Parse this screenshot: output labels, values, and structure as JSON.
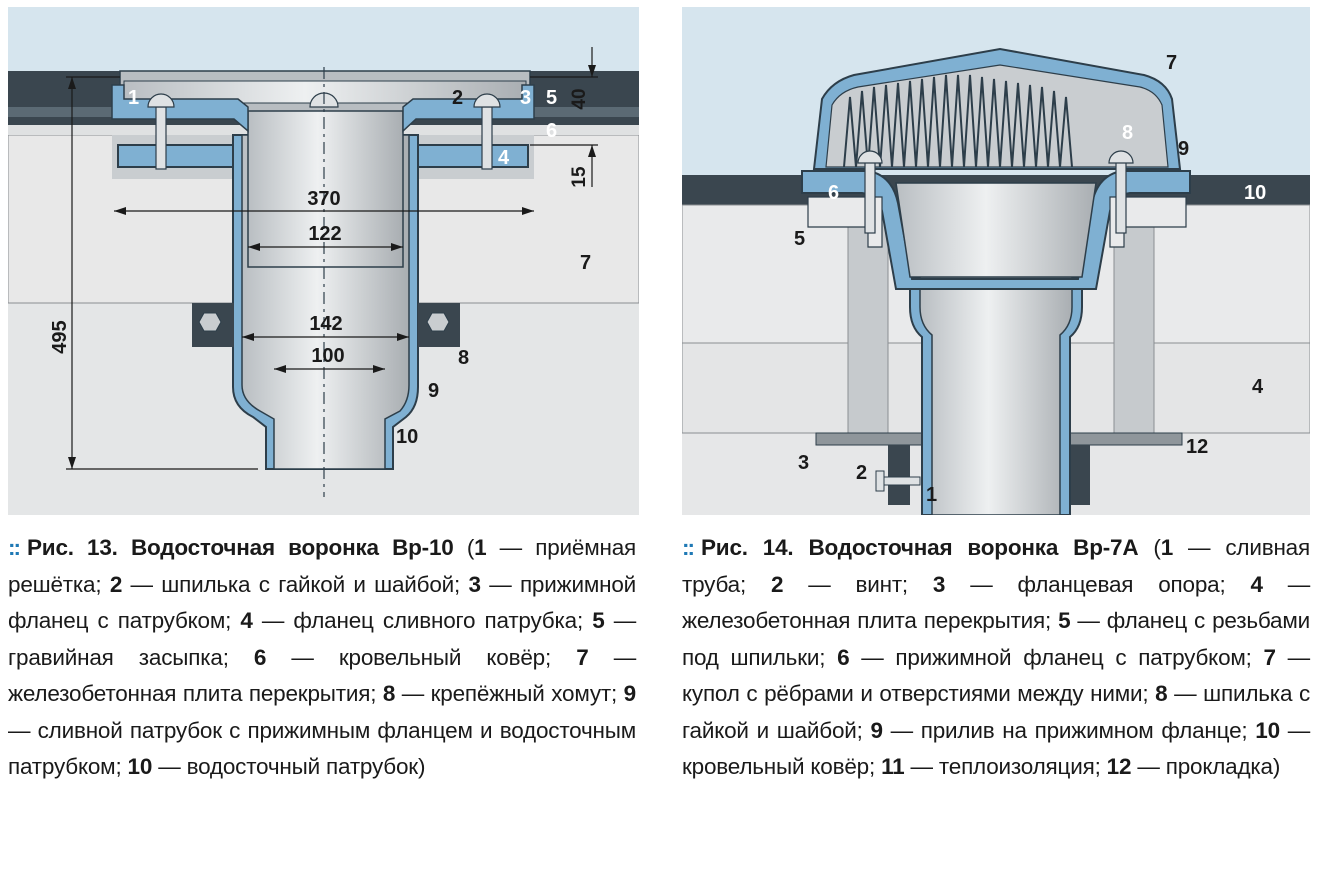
{
  "figure_left": {
    "caption": {
      "fig_label": "Рис. 13.",
      "title": "Водосточная воронка Вр-10",
      "items": [
        {
          "n": "1",
          "t": "приёмная решётка"
        },
        {
          "n": "2",
          "t": "шпилька с гайкой и шайбой"
        },
        {
          "n": "3",
          "t": "прижимной фланец с патрубком"
        },
        {
          "n": "4",
          "t": "фланец сливного патрубка"
        },
        {
          "n": "5",
          "t": "гравийная засыпка"
        },
        {
          "n": "6",
          "t": "кровельный ковёр"
        },
        {
          "n": "7",
          "t": "железобетонная плита перекрытия"
        },
        {
          "n": "8",
          "t": "крепёжный хомут"
        },
        {
          "n": "9",
          "t": "сливной патрубок с прижимным фланцем и водосточным патрубком"
        },
        {
          "n": "10",
          "t": "водосточный патрубок"
        }
      ]
    },
    "callouts": {
      "c1": "1",
      "c2": "2",
      "c3": "3",
      "c4": "4",
      "c5": "5",
      "c6": "6",
      "c7": "7",
      "c8": "8",
      "c9": "9",
      "c10": "10"
    },
    "dimensions": {
      "d370": "370",
      "d122": "122",
      "d142": "142",
      "d100": "100",
      "d495": "495",
      "d40": "40",
      "d15": "15"
    }
  },
  "figure_right": {
    "caption": {
      "fig_label": "Рис. 14.",
      "title": "Водосточная воронка Вр-7А",
      "items": [
        {
          "n": "1",
          "t": "сливная труба"
        },
        {
          "n": "2",
          "t": "винт"
        },
        {
          "n": "3",
          "t": "фланцевая опора"
        },
        {
          "n": "4",
          "t": "железобетонная плита перекрытия"
        },
        {
          "n": "5",
          "t": "фланец с резьбами под шпильки"
        },
        {
          "n": "6",
          "t": "прижимной фланец с патрубком"
        },
        {
          "n": "7",
          "t": "купол с рёбрами и отверстиями между ними"
        },
        {
          "n": "8",
          "t": "шпилька с гайкой и шайбой"
        },
        {
          "n": "9",
          "t": "прилив на прижимном фланце"
        },
        {
          "n": "10",
          "t": "кровельный ковёр"
        },
        {
          "n": "11",
          "t": "теплоизоляция"
        },
        {
          "n": "12",
          "t": "прокладка"
        }
      ]
    },
    "callouts": {
      "c1": "1",
      "c2": "2",
      "c3": "3",
      "c4": "4",
      "c5": "5",
      "c6": "6",
      "c7": "7",
      "c8": "8",
      "c9": "9",
      "c10": "10",
      "c12": "12"
    }
  },
  "colors": {
    "background_top": "#d8e6ef",
    "background_bottom": "#e6e6e6",
    "membrane": "#2c3a44",
    "liner_blue": "#7fb4d8",
    "metal": "#c9cdd0",
    "accent_bullet": "#1f79b5"
  }
}
